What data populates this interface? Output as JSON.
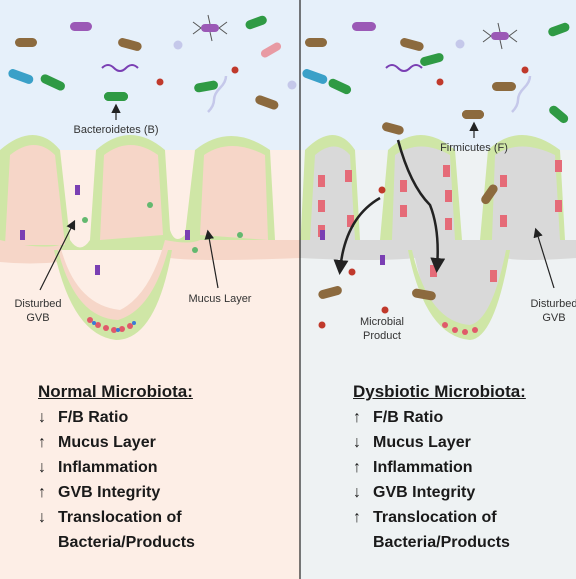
{
  "labels": {
    "bacteroidetes": "Bacteroidetes (B)",
    "firmicutes": "Firmicutes (F)",
    "disturbed_gvb_left_1": "Disturbed",
    "disturbed_gvb_left_2": "GVB",
    "mucus_layer": "Mucus Layer",
    "microbial_product_1": "Microbial",
    "microbial_product_2": "Product",
    "disturbed_gvb_right_1": "Disturbed",
    "disturbed_gvb_right_2": "GVB"
  },
  "normal": {
    "title": "Normal Microbiota:",
    "items": [
      {
        "arrow": "↓",
        "text": "F/B Ratio"
      },
      {
        "arrow": "↑",
        "text": "Mucus Layer"
      },
      {
        "arrow": "↓",
        "text": "Inflammation"
      },
      {
        "arrow": "↑",
        "text": "GVB Integrity"
      },
      {
        "arrow": "↓",
        "text": "Translocation of"
      }
    ],
    "continuation": "Bacteria/Products"
  },
  "dysbiotic": {
    "title": "Dysbiotic Microbiota:",
    "items": [
      {
        "arrow": "↑",
        "text": "F/B Ratio"
      },
      {
        "arrow": "↓",
        "text": "Mucus Layer"
      },
      {
        "arrow": "↑",
        "text": "Inflammation"
      },
      {
        "arrow": "↓",
        "text": "GVB Integrity"
      },
      {
        "arrow": "↑",
        "text": "Translocation of"
      }
    ],
    "continuation": "Bacteria/Products"
  },
  "colors": {
    "lumen": "#e6f0fa",
    "normal_bg": "#fdeee6",
    "dysbiotic_bg": "#eef2f3",
    "mucus": "#cfe6a6",
    "normal_cell": "#f6d6c8",
    "dysbiotic_cell": "#d9d9d9",
    "disrupted_cell": "#e56b78",
    "bacteroidetes_rod": "#2f9a44",
    "firmicutes_rod": "#8c6a3e",
    "divider": "#333333"
  }
}
